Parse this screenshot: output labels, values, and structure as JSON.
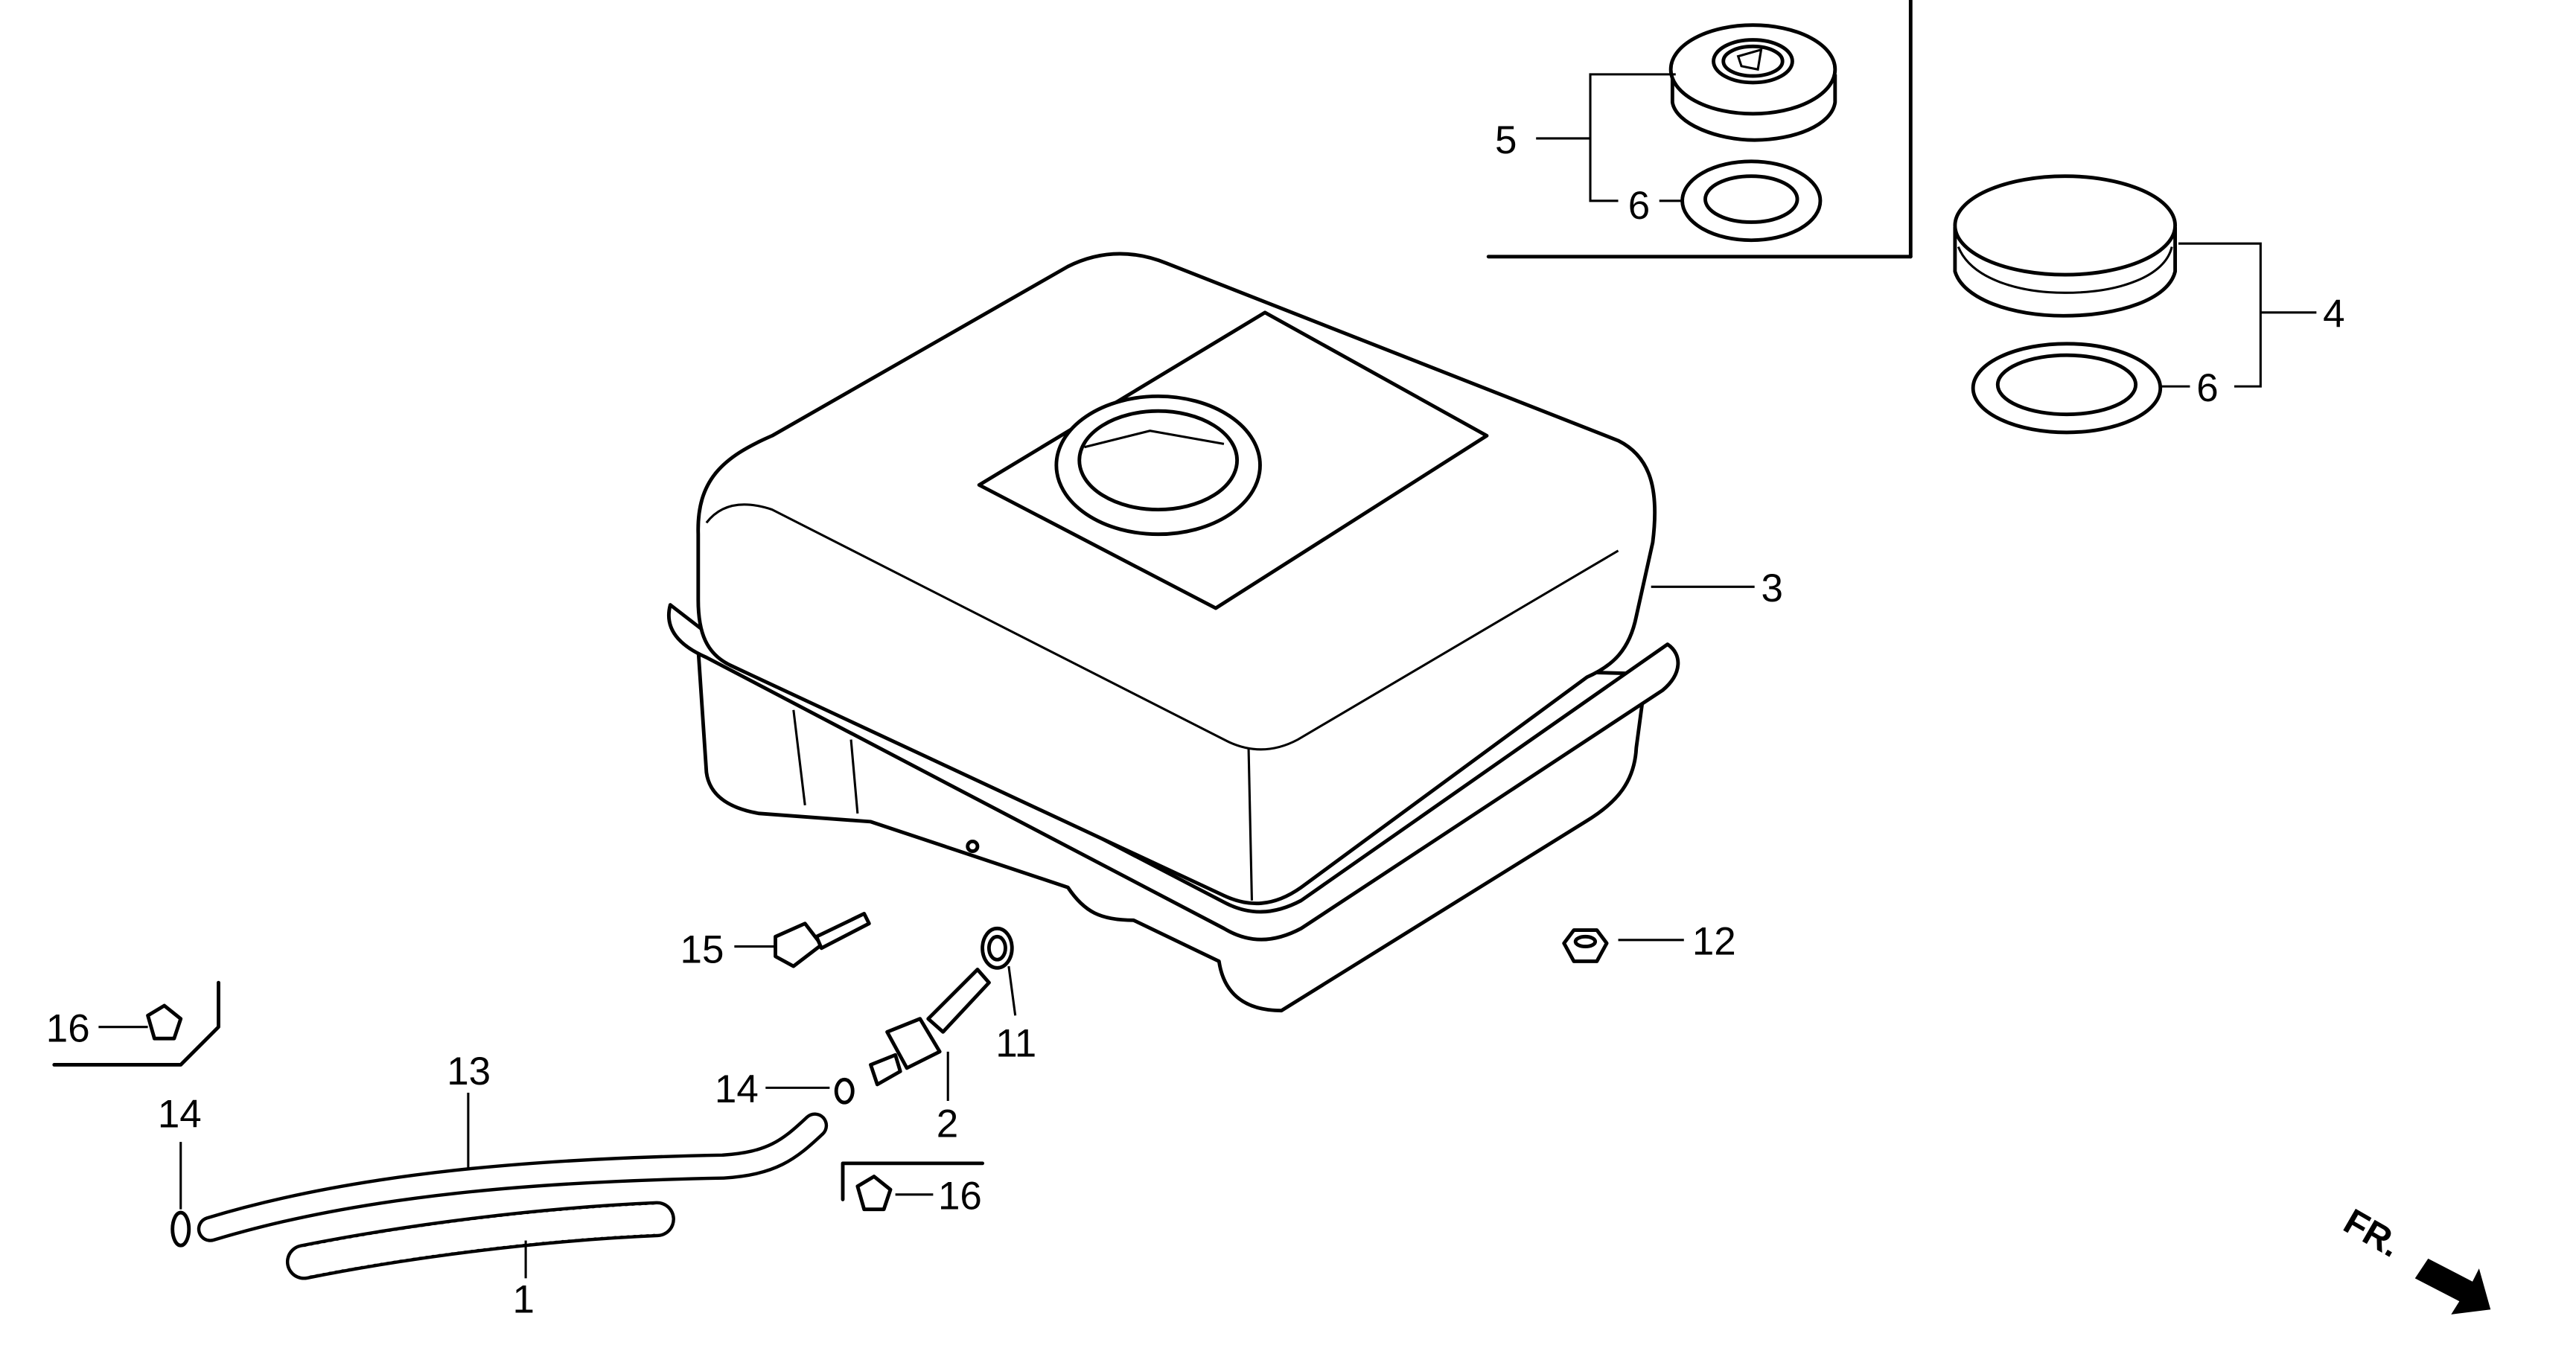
{
  "diagram": {
    "title": "Fuel tank exploded parts diagram",
    "callouts": {
      "c5": "5",
      "c6a": "6",
      "c4": "4",
      "c6b": "6",
      "c3": "3",
      "c15": "15",
      "c12": "12",
      "c16a": "16",
      "c11": "11",
      "c14a": "14",
      "c13": "13",
      "c14b": "14",
      "c2": "2",
      "c16b": "16",
      "c1": "1"
    },
    "direction_label": "FR."
  }
}
